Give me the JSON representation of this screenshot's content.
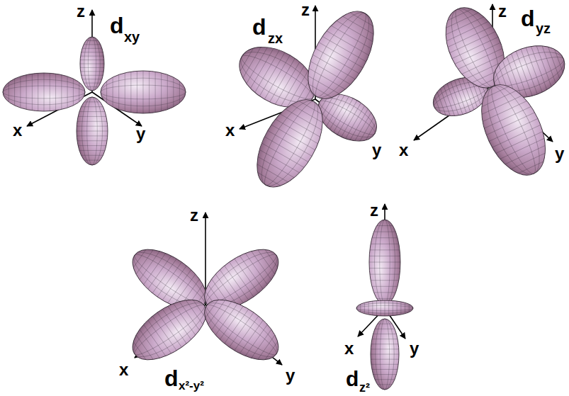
{
  "diagram": {
    "labels": [
      "z",
      "d",
      "xy",
      "x",
      "y",
      "z",
      "d",
      "zx",
      "x",
      "y",
      "z",
      "d",
      "yz",
      "x",
      "y",
      "z",
      "x",
      "y",
      "d",
      "x²-y²",
      "z",
      "x",
      "y",
      "d",
      "z²"
    ]
  }
}
